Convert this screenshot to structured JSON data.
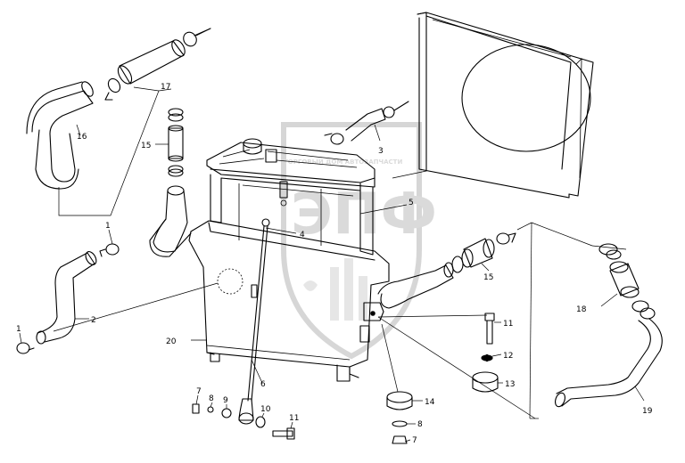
{
  "diagram": {
    "callouts": {
      "c1a": "1",
      "c1b": "1",
      "c2": "2",
      "c3": "3",
      "c4": "4",
      "c5": "5",
      "c6": "6",
      "c7a": "7",
      "c7b": "7",
      "c8a": "8",
      "c8b": "8",
      "c9": "9",
      "c10": "10",
      "c11a": "11",
      "c11b": "11",
      "c12": "12",
      "c13": "13",
      "c14": "14",
      "c15a": "15",
      "c15b": "15",
      "c16": "16",
      "c17": "17",
      "c18": "18",
      "c19": "19",
      "c20": "20"
    },
    "watermark": {
      "logo_letters": "ЭПФ",
      "logo_caption": "ТОРГОВЫЙ ДОМ АВТОЗАПЧАСТИ"
    }
  }
}
